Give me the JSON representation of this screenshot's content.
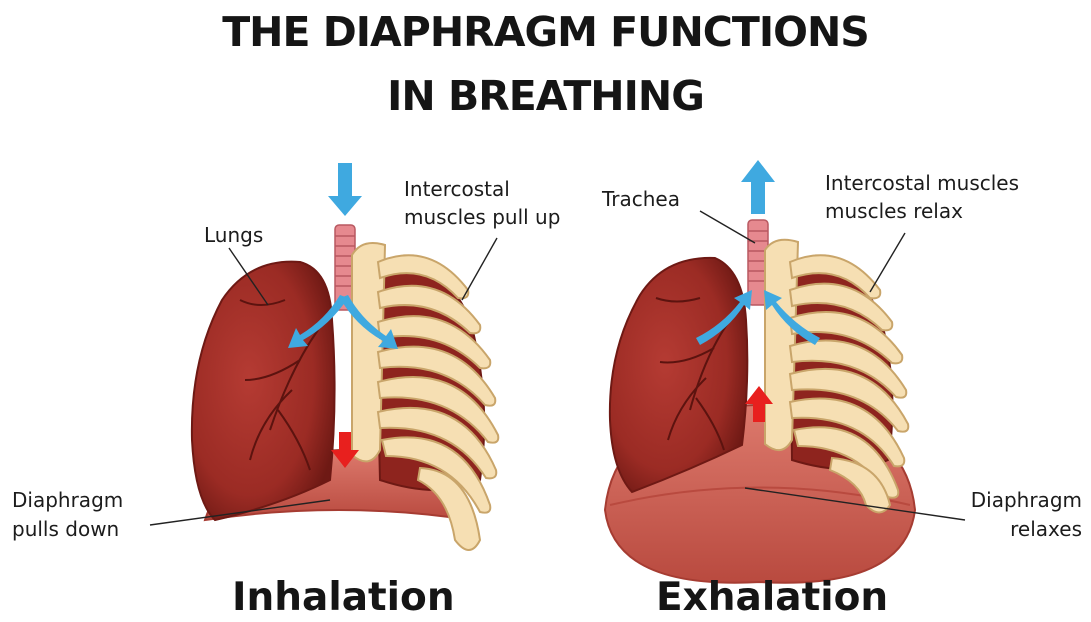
{
  "title": {
    "line1": "THE DIAPHRAGM FUNCTIONS",
    "line2": "IN BREATHING"
  },
  "inhalation": {
    "caption": "Inhalation",
    "labels": {
      "lungs": "Lungs",
      "intercostal_1": "Intercostal",
      "intercostal_2": "muscles pull up",
      "diaphragm_1": "Diaphragm",
      "diaphragm_2": "pulls down"
    }
  },
  "exhalation": {
    "caption": "Exhalation",
    "labels": {
      "trachea": "Trachea",
      "intercostal_1": "Intercostal muscles",
      "intercostal_2": "muscles relax",
      "diaphragm_1": "Diaphragm",
      "diaphragm_2": "relaxes"
    }
  },
  "colors": {
    "lung": "#9b2b24",
    "lung_dark": "#6e1914",
    "diaphragm": "#d0675b",
    "rib": "#f6dfb3",
    "rib_stroke": "#c9a56a",
    "trachea": "#e6898f",
    "air_arrow": "#3fa9e0",
    "red_arrow": "#e8201e"
  }
}
